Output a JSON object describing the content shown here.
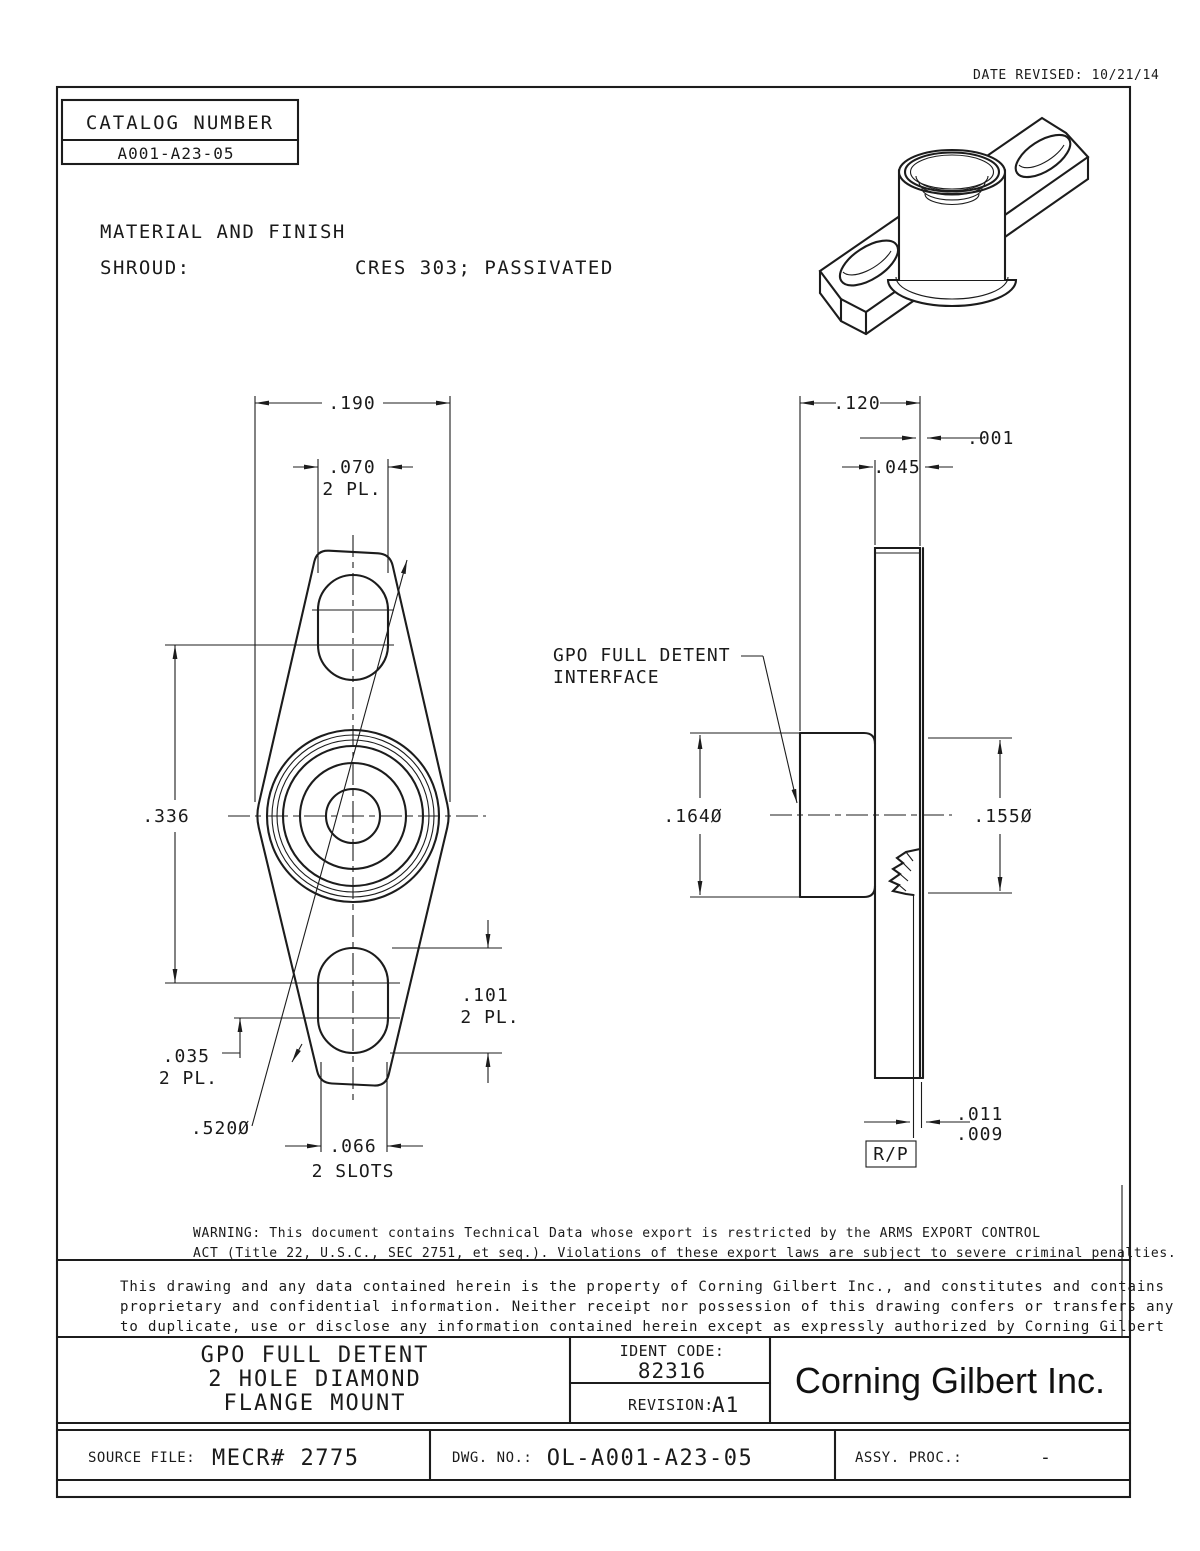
{
  "sheet": {
    "date_revised": "DATE REVISED: 10/21/14",
    "catalog": {
      "header": "CATALOG NUMBER",
      "number": "A001-A23-05"
    },
    "material": {
      "heading": "MATERIAL AND FINISH",
      "component_label": "SHROUD:",
      "component_finish": "CRES 303; PASSIVATED"
    }
  },
  "front_view": {
    "dim_width": ".190",
    "dim_slot_width": ".070",
    "dim_slot_width_note": "2 PL.",
    "dim_center_span": ".336",
    "dim_offset": ".035",
    "dim_offset_note": "2 PL.",
    "dim_flange_dia": ".520Ø",
    "dim_slot_length": ".101",
    "dim_slot_length_note": "2 PL.",
    "dim_slot_gap": ".066",
    "dim_slot_gap_note": "2 SLOTS"
  },
  "side_view": {
    "callout_line1": "GPO FULL DETENT",
    "callout_line2": "INTERFACE",
    "dim_total_depth": ".120",
    "dim_step": ".001",
    "dim_plate_thickness": ".045",
    "dim_boss_dia": ".164Ø",
    "dim_interface_dia": ".155Ø",
    "dim_detent_max": ".011",
    "dim_detent_min": ".009",
    "datum_label": "R/P"
  },
  "warning": {
    "line1": "WARNING: This document contains Technical Data whose export is restricted by the ARMS EXPORT CONTROL",
    "line2": "ACT (Title 22, U.S.C., SEC 2751, et seq.). Violations of these export laws are subject to severe criminal penalties."
  },
  "proprietary": {
    "line1": "This drawing and any data contained herein is the property of Corning Gilbert Inc., and constitutes and contains",
    "line2": "proprietary and confidential information. Neither receipt nor possession of this drawing confers or transfers any",
    "line3": "to duplicate, use or disclose any information contained herein except as expressly authorized by Corning Gilbert"
  },
  "title_block": {
    "title_line1": "GPO FULL DETENT",
    "title_line2": "2 HOLE DIAMOND",
    "title_line3": "FLANGE MOUNT",
    "ident_code_label": "IDENT CODE:",
    "ident_code": "82316",
    "revision_label": "REVISION:",
    "revision": "A1",
    "company": "Corning Gilbert Inc."
  },
  "footer": {
    "source_file_label": "SOURCE FILE:",
    "source_file": "MECR# 2775",
    "dwg_no_label": "DWG. NO.:",
    "dwg_no": "OL-A001-A23-05",
    "assy_proc_label": "ASSY. PROC.:",
    "assy_proc": "-"
  }
}
